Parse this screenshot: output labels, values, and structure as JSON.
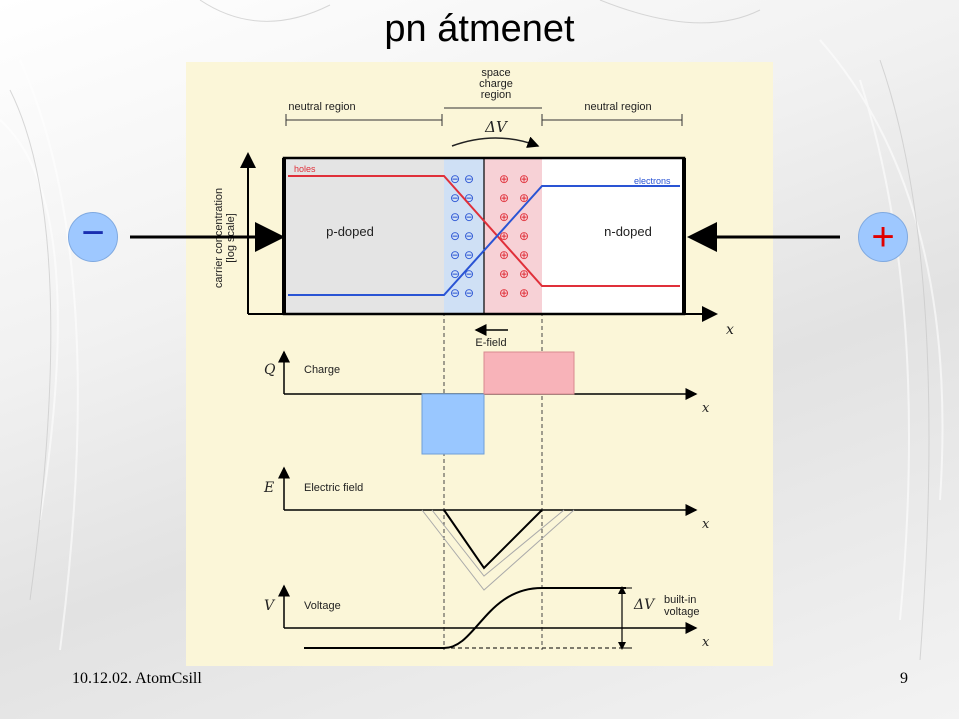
{
  "slide": {
    "title": "pn átmenet",
    "footer_left": "10.12.02. AtomCsill",
    "page_number": "9"
  },
  "terminals": {
    "left_symbol": "−",
    "right_symbol": "+",
    "left_color": "#1a2fb0",
    "right_color": "#e00000"
  },
  "diagram": {
    "neutral_region_left": "neutral region",
    "space_charge_region": [
      "space",
      "charge",
      "region"
    ],
    "neutral_region_right": "neutral region",
    "delta_v": "ΔV",
    "y_axis_label": [
      "carrier concentration",
      "[log scale]"
    ],
    "holes_label": "holes",
    "electrons_label": "electrons",
    "p_doped_label": "p-doped",
    "n_doped_label": "n-doped",
    "x_label": "x",
    "efield_label": "E-field",
    "charge_symbol": "Q",
    "charge_label": "Charge",
    "efield_symbol": "E",
    "efield_panel_label": "Electric field",
    "voltage_symbol": "V",
    "voltage_label": "Voltage",
    "builtin_delta": "ΔV",
    "builtin_label": [
      "built-in",
      "voltage"
    ],
    "minus_sign": "⊖",
    "plus_sign": "⊕",
    "colors": {
      "holes": "#e0303a",
      "electrons": "#2a54d4",
      "depletion_p": "#cfe0f5",
      "depletion_n": "#f7d1d6",
      "charge_neg": "#99c7ff",
      "charge_pos": "#f8b3b9",
      "panel_bg": "#fbf6d8"
    }
  }
}
